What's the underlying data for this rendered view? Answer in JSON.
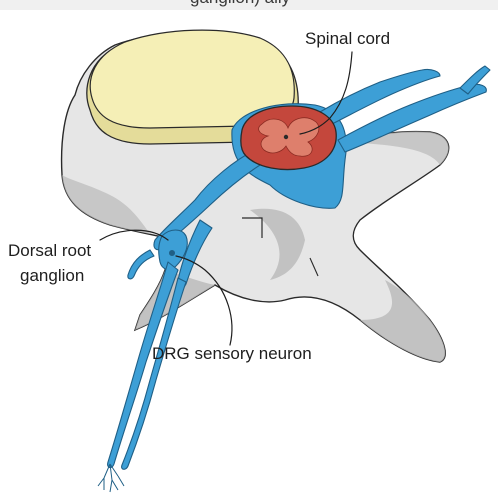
{
  "labels": {
    "top_caption": "ganglion) ally",
    "spinal_cord": "Spinal cord",
    "dorsal_root_ganglion_line1": "Dorsal root",
    "dorsal_root_ganglion_line2": "ganglion",
    "drg_sensory_neuron": "DRG sensory neuron"
  },
  "colors": {
    "bone": "#e6e6e6",
    "bone_shadow": "#b9b9b9",
    "disc": "#f5efb6",
    "disc_rim": "#e4dc9a",
    "nerve": "#3d9fd6",
    "nerve_outline": "#1f5f86",
    "cord": "#c4473c",
    "cord_inner": "#de7f6c",
    "outline": "#2a2a2a"
  }
}
